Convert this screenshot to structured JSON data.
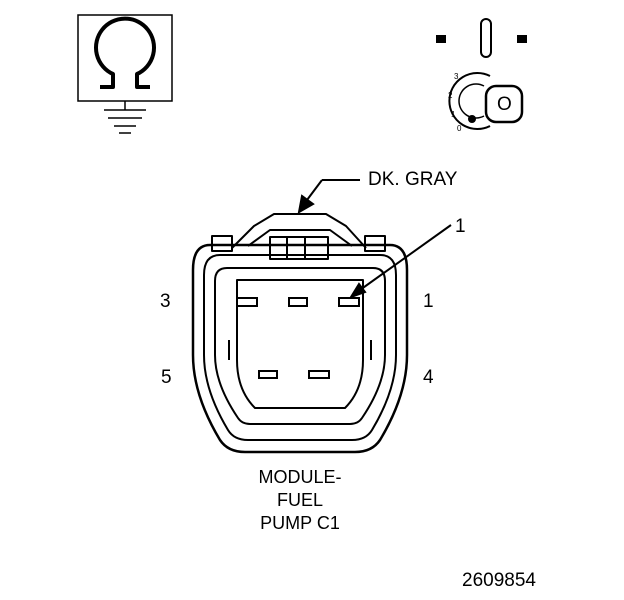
{
  "wire_color": "DK. GRAY",
  "terminal_callout": "1",
  "pins": {
    "p1": "1",
    "p3": "3",
    "p4": "4",
    "p5": "5"
  },
  "caption": {
    "line1": "MODULE-",
    "line2": "FUEL",
    "line3": "PUMP C1"
  },
  "ignition_key": {
    "key_label": "O",
    "positions": [
      "3",
      "2",
      "1",
      "0"
    ]
  },
  "figure_number": "2609854",
  "test_symbol": "ohmmeter-ground-icon",
  "ignition_symbol": "ignition-switch-icon",
  "line_color": "#000000"
}
